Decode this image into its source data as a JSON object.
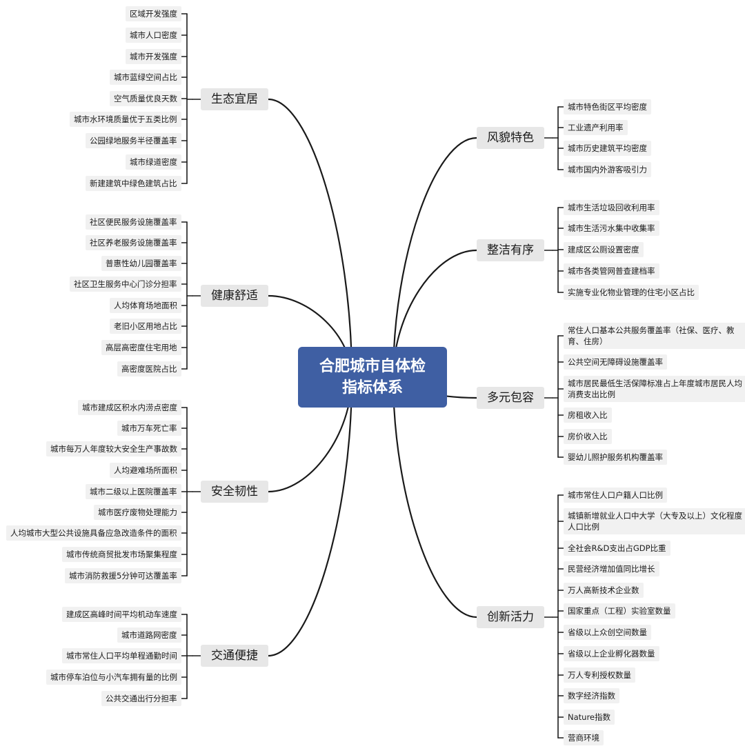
{
  "central_topic": {
    "line1": "合肥城市自体检",
    "line2": "指标体系"
  },
  "branches": [
    {
      "label": "生态宜居",
      "side": "left",
      "leaves": [
        "区域开发强度",
        "城市人口密度",
        "城市开发强度",
        "城市蓝绿空间占比",
        "空气质量优良天数",
        "城市水环境质量优于五类比例",
        "公园绿地服务半径覆盖率",
        "城市绿道密度",
        "新建建筑中绿色建筑占比"
      ]
    },
    {
      "label": "健康舒适",
      "side": "left",
      "leaves": [
        "社区便民服务设施覆盖率",
        "社区养老服务设施覆盖率",
        "普惠性幼儿园覆盖率",
        "社区卫生服务中心门诊分担率",
        "人均体育场地面积",
        "老旧小区用地占比",
        "高层高密度住宅用地",
        "高密度医院占比"
      ]
    },
    {
      "label": "安全韧性",
      "side": "left",
      "leaves": [
        "城市建成区积水内涝点密度",
        "城市万车死亡率",
        "城市每万人年度较大安全生产事故数",
        "人均避难场所面积",
        "城市二级以上医院覆盖率",
        "城市医疗废物处理能力",
        "人均城市大型公共设施具备应急改造条件的面积",
        "城市传统商贸批发市场聚集程度",
        "城市消防救援5分钟可达覆盖率"
      ]
    },
    {
      "label": "交通便捷",
      "side": "left",
      "leaves": [
        "建成区高峰时间平均机动车速度",
        "城市道路网密度",
        "城市常住人口平均单程通勤时间",
        "城市停车泊位与小汽车拥有量的比例",
        "公共交通出行分担率"
      ]
    },
    {
      "label": "风貌特色",
      "side": "right",
      "leaves": [
        "城市特色街区平均密度",
        "工业遗产利用率",
        "城市历史建筑平均密度",
        "城市国内外游客吸引力"
      ]
    },
    {
      "label": "整洁有序",
      "side": "right",
      "leaves": [
        "城市生活垃圾回收利用率",
        "城市生活污水集中收集率",
        "建成区公厕设置密度",
        "城市各类管网普查建档率",
        "实施专业化物业管理的住宅小区占比"
      ]
    },
    {
      "label": "多元包容",
      "side": "right",
      "leaves": [
        "常住人口基本公共服务覆盖率（社保、医疗、教育、住房）",
        "公共空间无障碍设施覆盖率",
        "城市居民最低生活保障标准占上年度城市居民人均消费支出比例",
        "房租收入比",
        "房价收入比",
        "婴幼儿照护服务机构覆盖率"
      ]
    },
    {
      "label": "创新活力",
      "side": "right",
      "leaves": [
        "城市常住人口户籍人口比例",
        "城镇新增就业人口中大学（大专及以上）文化程度人口比例",
        "全社会R&D支出占GDP比重",
        "民营经济增加值同比增长",
        "万人高新技术企业数",
        "国家重点（工程）实验室数量",
        "省级以上众创空间数量",
        "省级以上企业孵化器数量",
        "万人专利授权数量",
        "数字经济指数",
        "Nature指数",
        "营商环境"
      ]
    }
  ],
  "colors": {
    "central_bg": "#3f5fa3",
    "branch_bg": "#e7e7e7",
    "leaf_bg": "#f1f1f1",
    "line": "#1a1a1a"
  }
}
